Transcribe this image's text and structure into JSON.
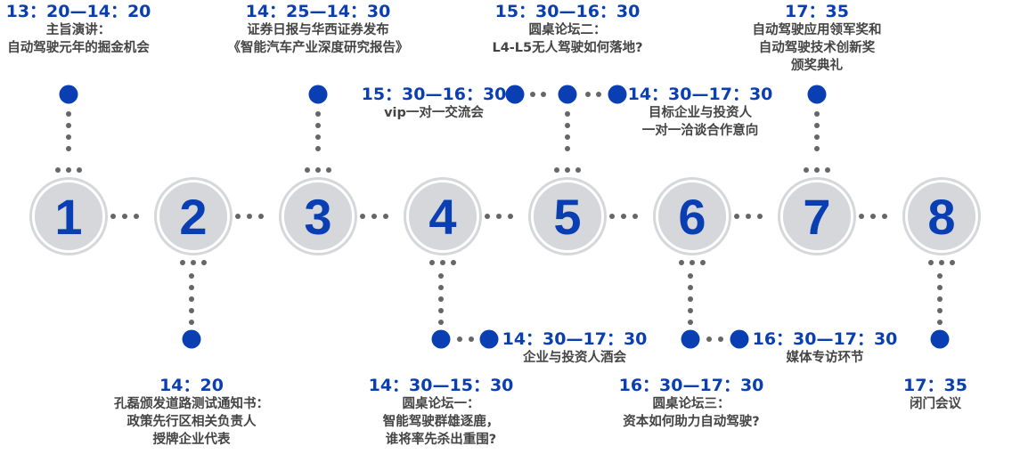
{
  "steps": [
    "1",
    "2",
    "3",
    "4",
    "5",
    "6",
    "7",
    "8"
  ],
  "events": {
    "e1": {
      "time": "13：20—14：20",
      "lines": [
        "主旨演讲：",
        "自动驾驶元年的掘金机会"
      ]
    },
    "e2": {
      "time": "14：20",
      "lines": [
        "孔磊颁发道路测试通知书：",
        "政策先行区相关负责人",
        "授牌企业代表"
      ]
    },
    "e3": {
      "time": "14：25—14：30",
      "lines": [
        "证券日报与华西证券发布",
        "《智能汽车产业深度研究报告》"
      ]
    },
    "e4a": {
      "time": "14：30—15：30",
      "lines": [
        "圆桌论坛一：",
        "智能驾驶群雄逐鹿，",
        "谁将率先杀出重围?"
      ]
    },
    "e4b": {
      "time": "14：30—17：30",
      "lines": [
        "企业与投资人酒会"
      ]
    },
    "e4c": {
      "time": "15：30—16：30",
      "lines": [
        "vip一对一交流会"
      ]
    },
    "e5": {
      "time": "15：30—16：30",
      "lines": [
        "圆桌论坛二：",
        "L4-L5无人驾驶如何落地?"
      ]
    },
    "e6a": {
      "time": "14：30—17：30",
      "lines": [
        "目标企业与投资人",
        "一对一洽谈合作意向"
      ]
    },
    "e6b": {
      "time": "16：30—17：30",
      "lines": [
        "圆桌论坛三：",
        "资本如何助力自动驾驶?"
      ]
    },
    "e6c": {
      "time": "16：30—17：30",
      "lines": [
        "媒体专访环节"
      ]
    },
    "e7": {
      "time": "17：35",
      "lines": [
        "自动驾驶应用领军奖和",
        "自动驾驶技术创新奖",
        "颁奖典礼"
      ]
    },
    "e8": {
      "time": "17：35",
      "lines": [
        "闭门会议"
      ]
    }
  },
  "colors": {
    "accent": "#0a3fb3",
    "circle": "#d6d7db",
    "dot": "#666666",
    "text": "#444444"
  }
}
